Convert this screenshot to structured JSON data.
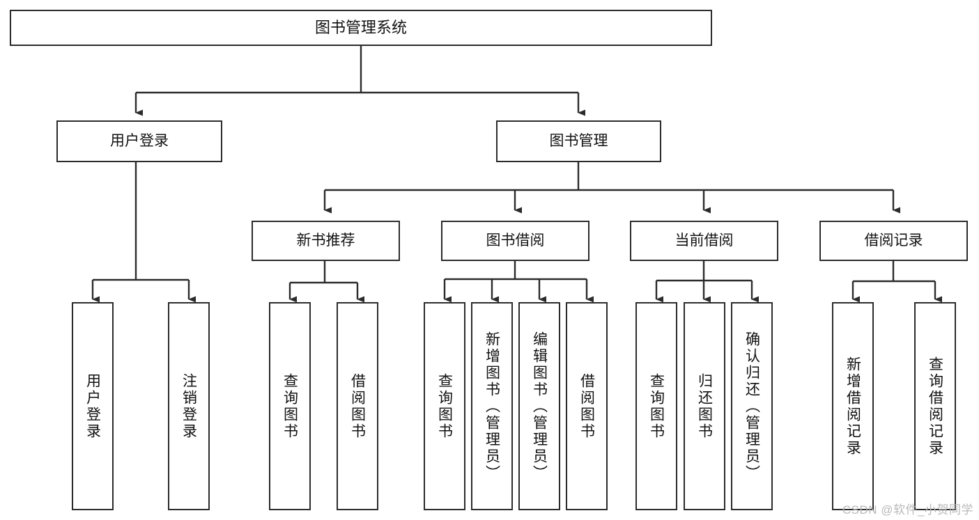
{
  "diagram": {
    "title": "图书管理系统",
    "type": "tree-hierarchy-diagram",
    "colors": {
      "box_border": "#2b2b2b",
      "box_fill": "#ffffff",
      "connector": "#2b2b2b",
      "text": "#111111",
      "watermark": "#b9b9b9"
    },
    "watermark": "CSDN @软件_小贺同学",
    "nodes": {
      "root": {
        "label": "图书管理系统"
      },
      "level2": [
        {
          "id": "user-login",
          "label": "用户登录"
        },
        {
          "id": "book-management",
          "label": "图书管理"
        }
      ],
      "level3": [
        {
          "id": "new-book-recommend",
          "label": "新书推荐"
        },
        {
          "id": "book-borrow",
          "label": "图书借阅"
        },
        {
          "id": "current-borrow",
          "label": "当前借阅"
        },
        {
          "id": "borrow-record",
          "label": "借阅记录"
        }
      ],
      "leaves": {
        "user-login": [
          {
            "id": "leaf-user-login",
            "label": "用户登录"
          },
          {
            "id": "leaf-logout-login",
            "label": "注销登录"
          }
        ],
        "new-book-recommend": [
          {
            "id": "leaf-query-book-1",
            "label": "查询图书"
          },
          {
            "id": "leaf-borrow-book-1",
            "label": "借阅图书"
          }
        ],
        "book-borrow": [
          {
            "id": "leaf-query-book-2",
            "label": "查询图书"
          },
          {
            "id": "leaf-add-book-admin",
            "label": "新增图书（管理员）"
          },
          {
            "id": "leaf-edit-book-admin",
            "label": "编辑图书（管理员）"
          },
          {
            "id": "leaf-borrow-book-2",
            "label": "借阅图书"
          }
        ],
        "current-borrow": [
          {
            "id": "leaf-query-book-3",
            "label": "查询图书"
          },
          {
            "id": "leaf-return-book",
            "label": "归还图书"
          },
          {
            "id": "leaf-confirm-return-admin",
            "label": "确认归还（管理员）"
          }
        ],
        "borrow-record": [
          {
            "id": "leaf-add-borrow-record",
            "label": "新增借阅记录"
          },
          {
            "id": "leaf-query-borrow-record",
            "label": "查询借阅记录"
          }
        ]
      }
    }
  }
}
